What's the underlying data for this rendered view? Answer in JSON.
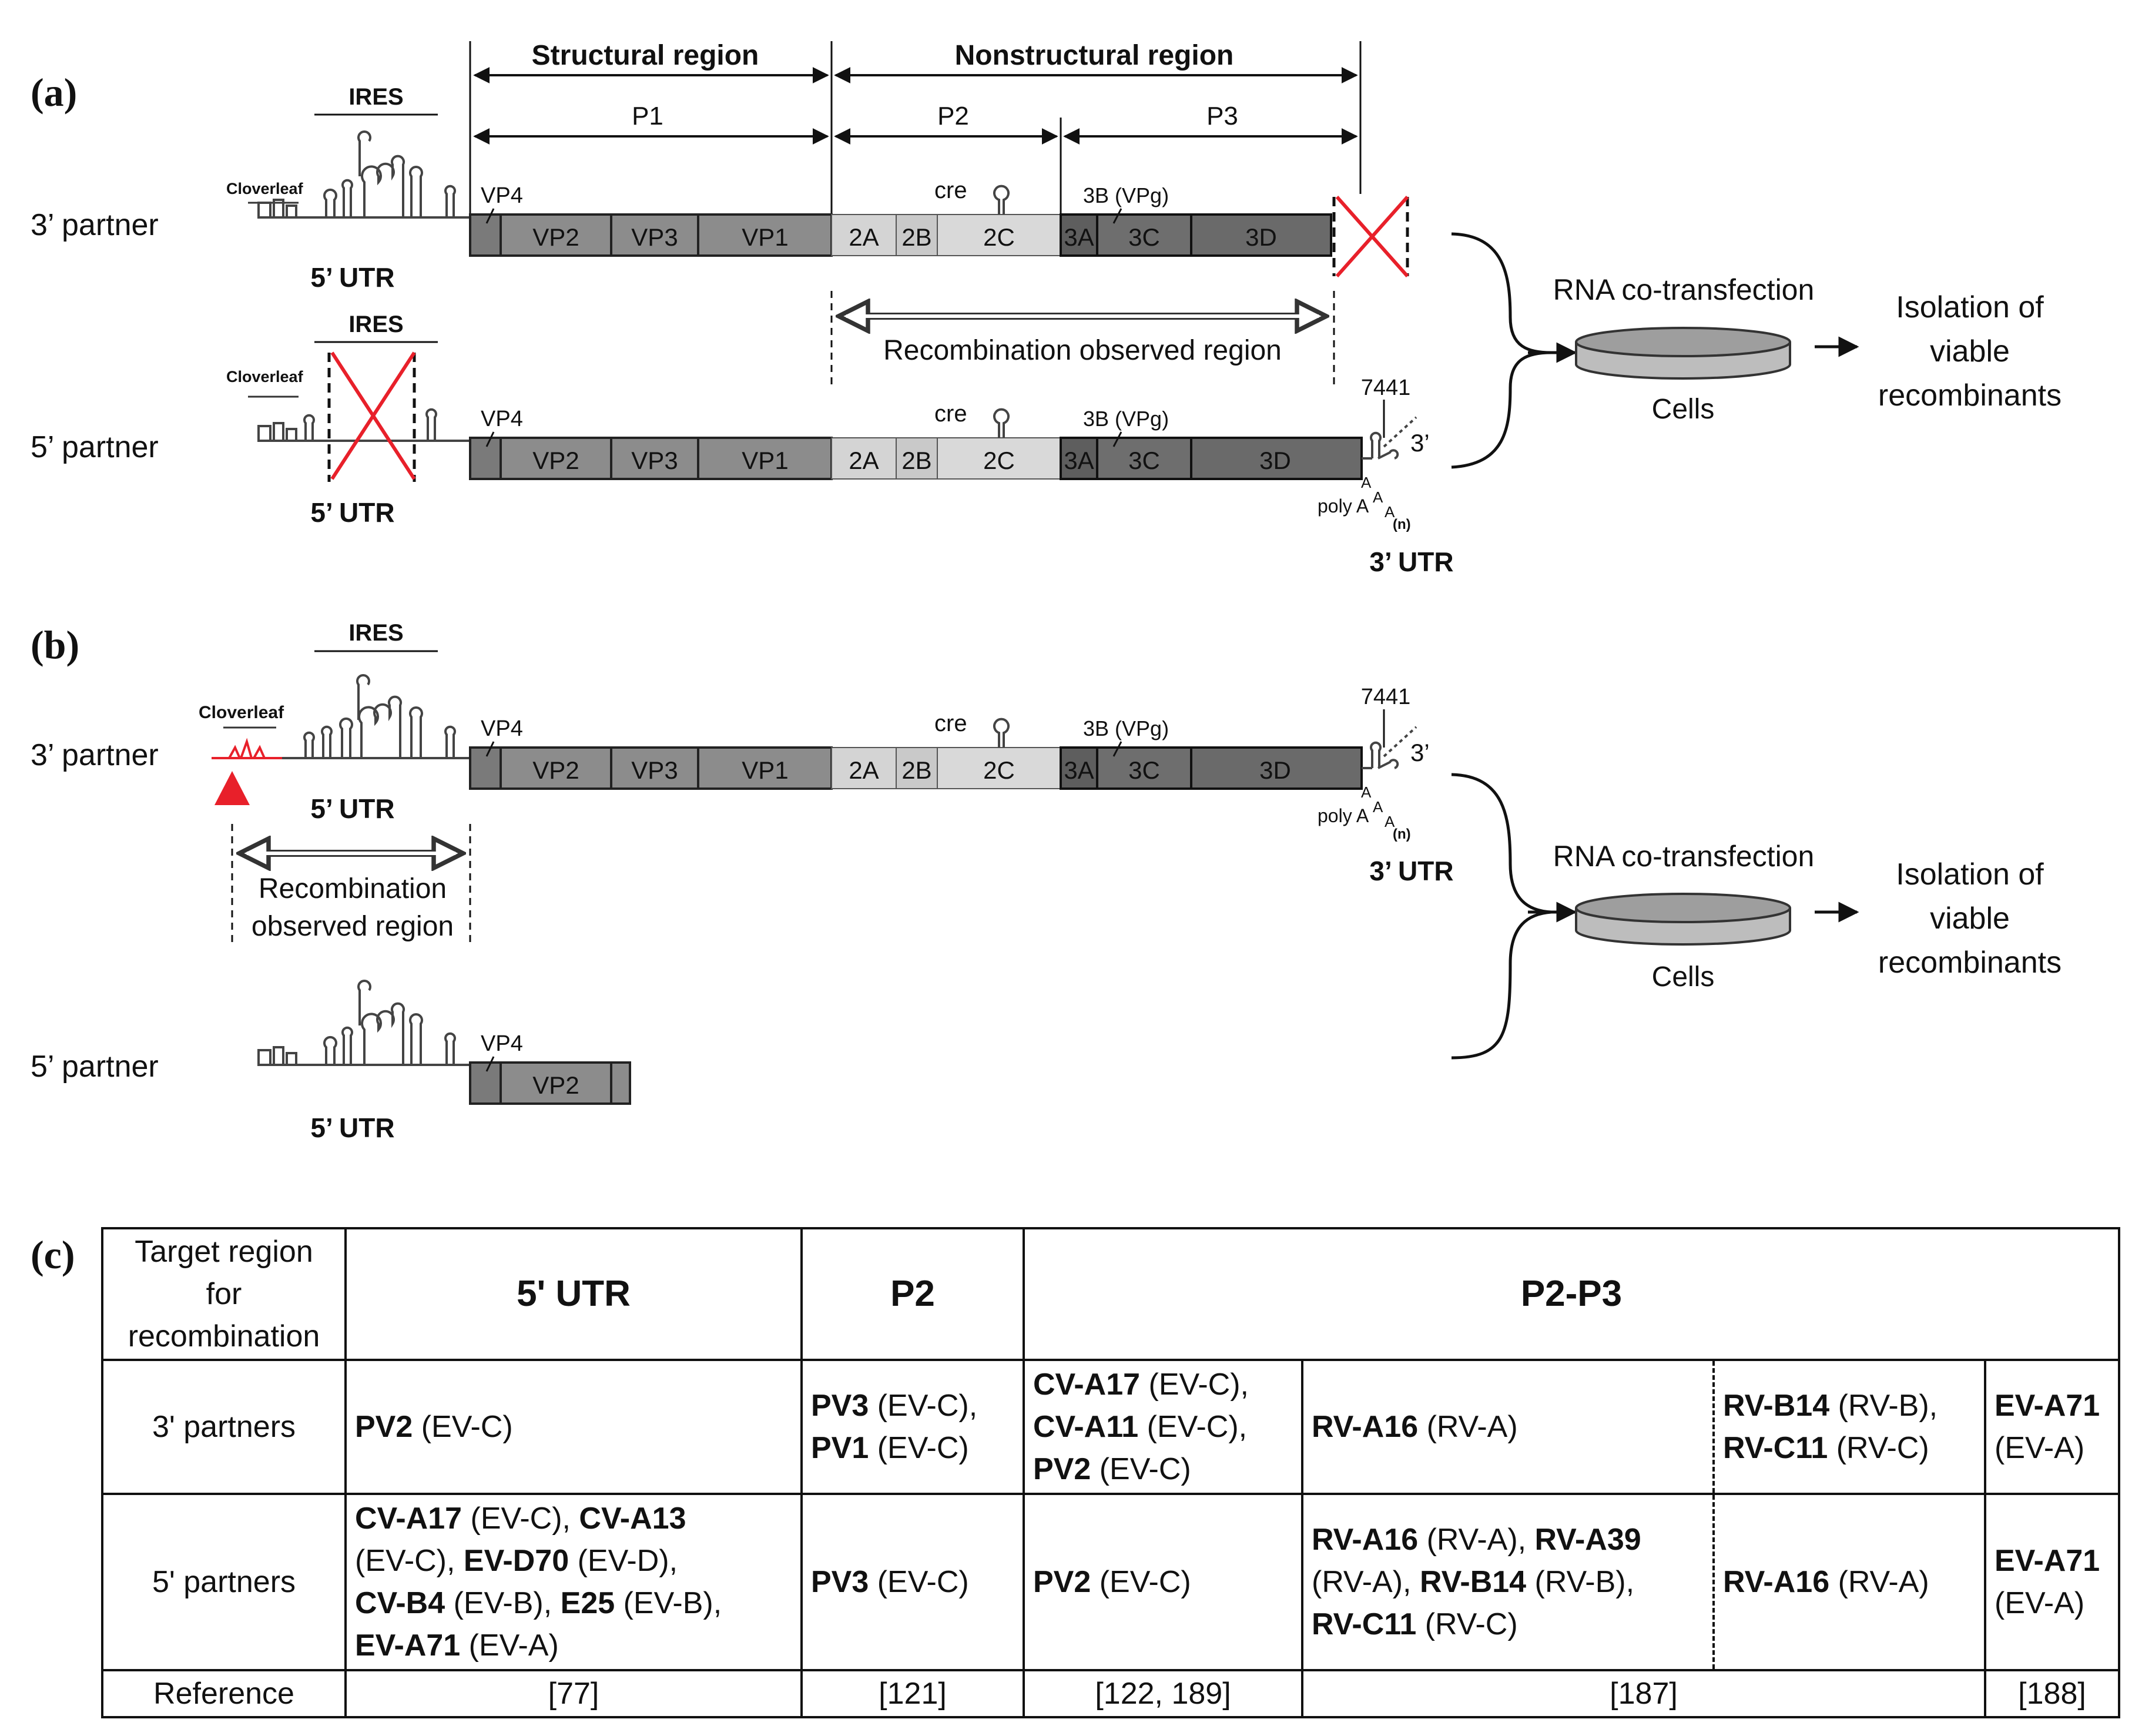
{
  "panel_a": {
    "letter": "(a)",
    "structural_region": "Structural region",
    "nonstructural_region": "Nonstructural region",
    "p1": "P1",
    "p2": "P2",
    "p3": "P3",
    "ires": "IRES",
    "cloverleaf": "Cloverleaf",
    "utr5": "5’ UTR",
    "utr3": "3’ UTR",
    "three_prime_partner": "3’ partner",
    "five_prime_partner": "5’ partner",
    "vp4": "VP4",
    "vp2": "VP2",
    "vp3": "VP3",
    "vp1": "VP1",
    "p2a": "2A",
    "p2b": "2B",
    "p2c": "2C",
    "p3a": "3A",
    "p3c": "3C",
    "p3d": "3D",
    "cre": "cre",
    "vpg": "3B (VPg)",
    "recomb_region": "Recombination observed region",
    "nt7441": "7441",
    "three": "3’",
    "polya": "poly A",
    "a": "A",
    "n": "(n)",
    "rna_cotransfection": "RNA co-transfection",
    "cells": "Cells",
    "isolation": [
      "Isolation of",
      "viable",
      "recombinants"
    ]
  },
  "panel_b": {
    "letter": "(b)",
    "ires": "IRES",
    "cloverleaf": "Cloverleaf",
    "utr5": "5’ UTR",
    "utr3": "3’ UTR",
    "three_prime_partner": "3’ partner",
    "five_prime_partner": "5’ partner",
    "vp4": "VP4",
    "vp2": "VP2",
    "vp3": "VP3",
    "vp1": "VP1",
    "p2a": "2A",
    "p2b": "2B",
    "p2c": "2C",
    "p3a": "3A",
    "p3c": "3C",
    "p3d": "3D",
    "cre": "cre",
    "vpg": "3B (VPg)",
    "recomb_region": [
      "Recombination",
      "observed region"
    ],
    "nt7441": "7441",
    "three": "3’",
    "polya": "poly A",
    "a": "A",
    "n": "(n)",
    "rna_cotransfection": "RNA co-transfection",
    "cells": "Cells",
    "isolation": [
      "Isolation of",
      "viable",
      "recombinants"
    ]
  },
  "panel_c": {
    "letter": "(c)",
    "header": {
      "target": [
        "Target region",
        "for",
        "recombination"
      ],
      "utr5": "5' UTR",
      "p2": "P2",
      "p2p3": "P2-P3"
    },
    "row_labels": {
      "three": "3' partners",
      "five": "5' partners",
      "reference": "Reference"
    },
    "three_partners": {
      "utr5": [
        [
          "PV2",
          " (EV-C)"
        ]
      ],
      "p2": [
        [
          "PV3",
          " (EV-C),"
        ],
        [
          "PV1",
          " (EV-C)"
        ]
      ],
      "p2p3_a": [
        [
          "CV-A17",
          " (EV-C),"
        ],
        [
          "CV-A11",
          " (EV-C),"
        ],
        [
          "PV2",
          " (EV-C)"
        ]
      ],
      "p2p3_b": [
        [
          "RV-A16",
          " (RV-A)"
        ]
      ],
      "p2p3_c": [
        [
          "RV-B14",
          " (RV-B),"
        ],
        [
          "RV-C11",
          " (RV-C)"
        ]
      ],
      "p2p3_d": [
        [
          "EV-A71",
          ""
        ],
        [
          "",
          "(EV-A)"
        ]
      ]
    },
    "five_partners": {
      "utr5": [
        [
          [
            "CV-A17",
            " (EV-C), "
          ],
          [
            "CV-A13",
            ""
          ]
        ],
        [
          [
            "",
            "(EV-C), "
          ],
          [
            "EV-D70",
            " (EV-D),"
          ]
        ],
        [
          [
            "CV-B4",
            " (EV-B), "
          ],
          [
            "E25",
            " (EV-B),"
          ]
        ],
        [
          [
            "EV-A71",
            " (EV-A)"
          ]
        ]
      ],
      "p2": [
        [
          "PV3",
          " (EV-C)"
        ]
      ],
      "p2p3_a": [
        [
          "PV2",
          " (EV-C)"
        ]
      ],
      "p2p3_b": [
        [
          [
            "RV-A16",
            " (RV-A), "
          ],
          [
            "RV-A39",
            ""
          ]
        ],
        [
          [
            "",
            "(RV-A), "
          ],
          [
            "RV-B14",
            " (RV-B),"
          ]
        ],
        [
          [
            "RV-C11",
            " (RV-C)"
          ]
        ]
      ],
      "p2p3_c": [
        [
          "RV-A16",
          " (RV-A)"
        ]
      ],
      "p2p3_d": [
        [
          "EV-A71",
          ""
        ],
        [
          "",
          "(EV-A)"
        ]
      ]
    },
    "references": {
      "utr5": "[77]",
      "p2": "[121]",
      "p2p3_a": "[122, 189]",
      "p2p3_bc": "[187]",
      "p2p3_d": "[188]"
    }
  },
  "colors": {
    "red": "#e8202a",
    "vp": "#8c8c8c",
    "vp4": "#7a7a7a",
    "p2": "#c9c9c9",
    "p3": "#6e6e6e",
    "p3d": "#5a5a5a"
  }
}
